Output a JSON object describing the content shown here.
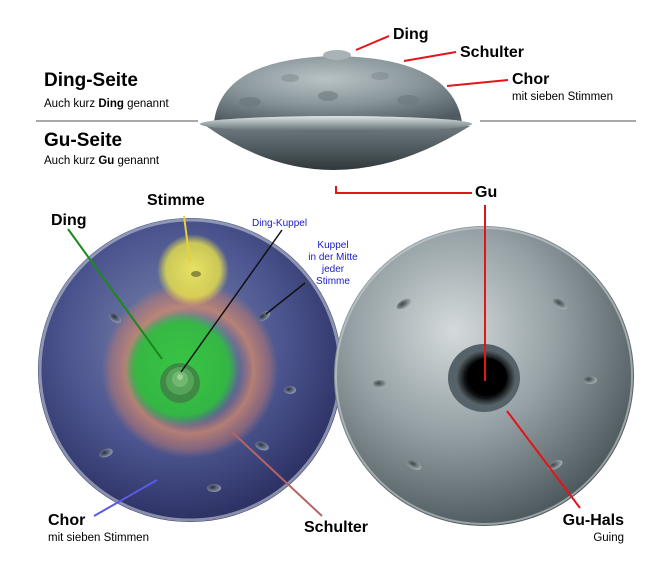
{
  "ding_side": {
    "title": "Ding-Seite",
    "subtitle_pre": "Auch kurz ",
    "subtitle_bold": "Ding",
    "subtitle_post": " genannt"
  },
  "gu_side": {
    "title": "Gu-Seite",
    "subtitle_pre": "Auch kurz ",
    "subtitle_bold": "Gu",
    "subtitle_post": " genannt"
  },
  "side_labels": {
    "ding": "Ding",
    "schulter": "Schulter",
    "chor": "Chor",
    "chor_sub": "mit sieben Stimmen",
    "gu": "Gu"
  },
  "top_view_labels": {
    "ding": "Ding",
    "stimme": "Stimme",
    "ding_kuppel": "Ding-Kuppel",
    "kuppel_line1": "Kuppel",
    "kuppel_line2": "in der Mitte",
    "kuppel_line3": "jeder",
    "kuppel_line4": "Stimme",
    "chor": "Chor",
    "chor_sub": "mit sieben Stimmen",
    "schulter": "Schulter"
  },
  "bottom_view_labels": {
    "gu_hals": "Gu-Hals",
    "guing": "Guing"
  },
  "colors": {
    "red_leader": "#e0161a",
    "green_leader": "#1a8a1a",
    "yellow_leader": "#e6d23c",
    "blue_leader": "#5a5ae6",
    "schulter_leader": "#b46464",
    "zone_green": "#2fbf3a",
    "zone_yellow": "#e8e24a",
    "zone_blue": "#3a3f9a",
    "steel": "#7e8a90"
  }
}
